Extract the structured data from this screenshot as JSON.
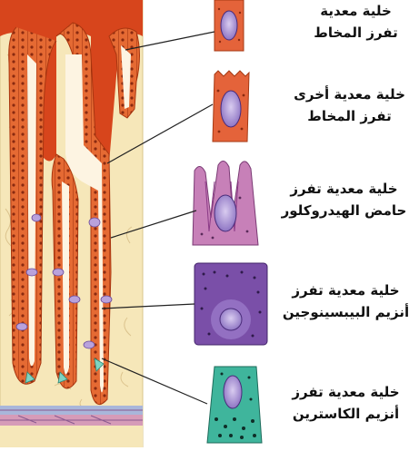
{
  "labels": [
    {
      "line1": "خلية معدية",
      "line2": "تفرز المخاط"
    },
    {
      "line1": "خلية معدية أخرى",
      "line2": "تفرز المخاط"
    },
    {
      "line1": "خلية معدية تفرز",
      "line2": "حامض الهيدروكلور"
    },
    {
      "line1": "خلية معدية تفرز",
      "line2": "أنزيم البيبسينوجين"
    },
    {
      "line1": "خلية معدية تفرز",
      "line2": "أنزيم الكاسترين"
    }
  ],
  "colors": {
    "tissue_bg": "#f5e6b8",
    "gland_wall": "#e2622e",
    "gland_dark": "#c44316",
    "lumen": "#ffffff",
    "parietal": "#b8a0d8",
    "chief": "#7fd0c0",
    "mucus_cell": "#e86a3a",
    "hcl_cell": "#c47ab8",
    "pepsinogen_cell": "#7a4aa6",
    "gastrin_cell": "#3fb39a",
    "nucleus": "#a68fd0",
    "leader_line": "#222222"
  }
}
